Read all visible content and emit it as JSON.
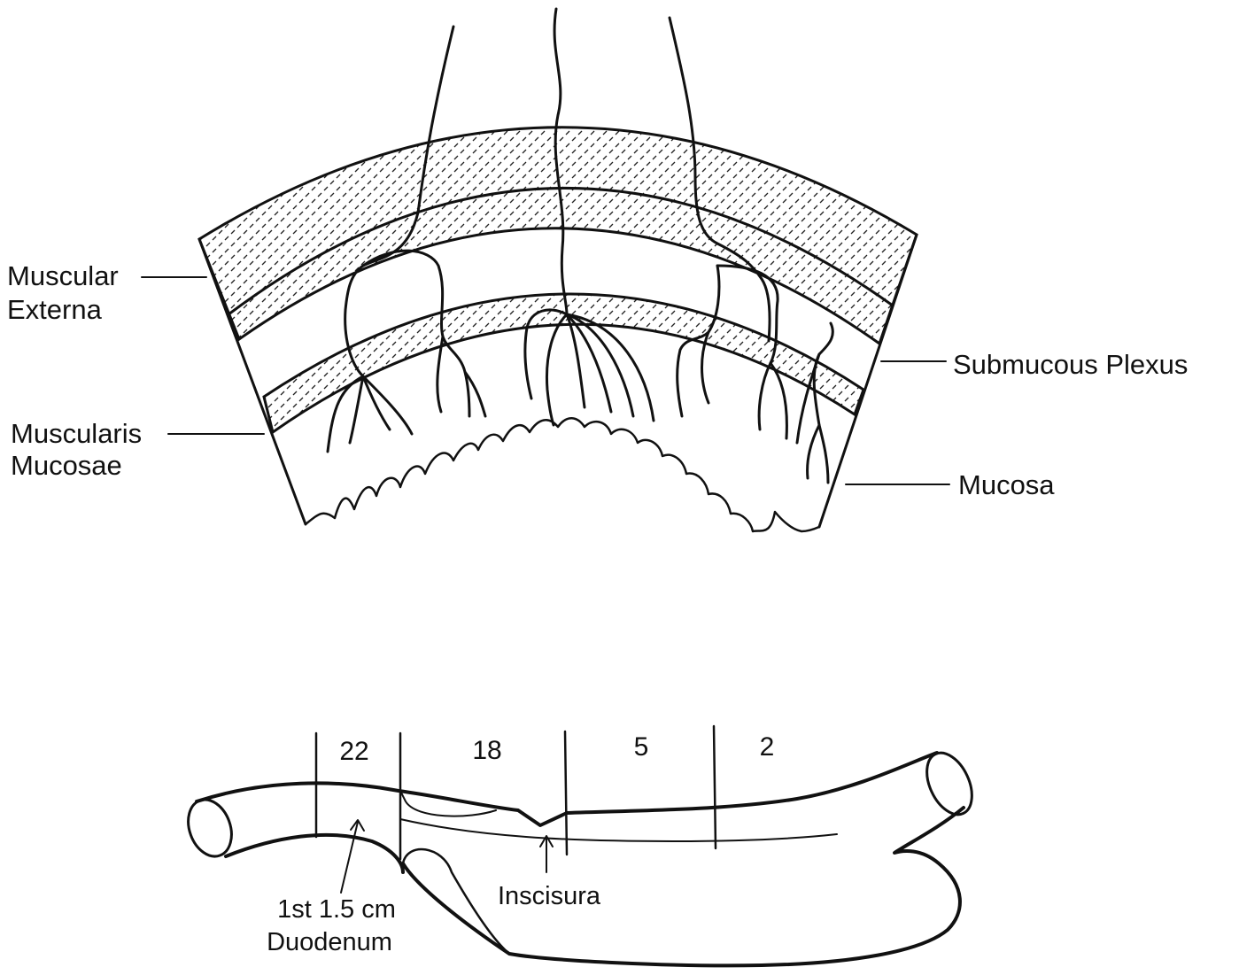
{
  "section_diagram": {
    "labels": {
      "muscular_externa_line1": "Muscular",
      "muscular_externa_line2": "Externa",
      "muscularis_mucosae_line1": "Muscularis",
      "muscularis_mucosae_line2": "Mucosae",
      "submucous_plexus": "Submucous Plexus",
      "mucosa": "Mucosa"
    }
  },
  "stomach_diagram": {
    "segments": [
      "22",
      "18",
      "5",
      "2"
    ],
    "labels": {
      "duodenum_line1": "1st 1.5 cm",
      "duodenum_line2": "Duodenum",
      "inscisura": "Inscisura"
    }
  },
  "colors": {
    "ink": "#111111",
    "background": "#ffffff"
  }
}
